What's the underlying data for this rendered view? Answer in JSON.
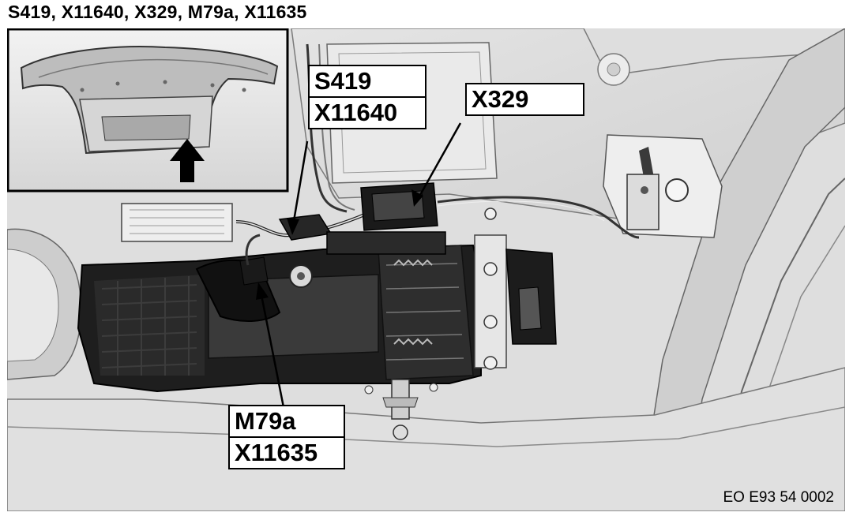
{
  "title": "S419, X11640, X329, M79a, X11635",
  "callouts": {
    "top_left": [
      "S419",
      "X11640"
    ],
    "top_right": [
      "X329"
    ],
    "bottom": [
      "M79a",
      "X11635"
    ]
  },
  "figure_code": "EO E93 54 0002"
}
